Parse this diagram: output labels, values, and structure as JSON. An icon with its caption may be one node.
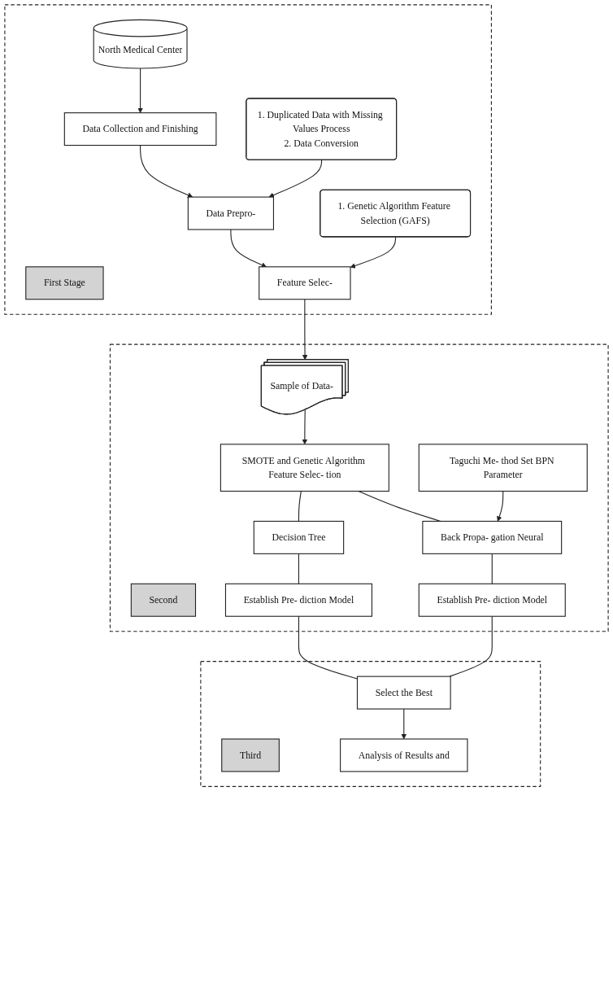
{
  "diagram": {
    "nodes": [
      {
        "text": [],
        "shape": "box"
      },
      {
        "text": [
          "First Stage"
        ],
        "in": 0
      },
      {
        "text": [
          "Data Collection and Finishing"
        ],
        "in": 0
      },
      {
        "text": [
          "North Medical Center"
        ],
        "in": 0
      },
      {
        "text": [
          "Data Prepro-"
        ],
        "in": 0
      },
      {
        "text": [
          "1. Duplicated Data with Missing Values Process",
          "2. Data Conversion"
        ],
        "in": 0
      },
      {
        "text": [
          "Feature Selec-"
        ],
        "in": 0
      },
      {
        "text": [
          "1. Genetic Algorithm Feature Selection (GAFS)"
        ],
        "in": 0
      },
      {
        "text": [],
        "shape": "box"
      },
      {
        "text": [
          "Second"
        ],
        "in": 8
      },
      {
        "text": [
          "Sample of Data-"
        ],
        "in": 8
      },
      {
        "text": [
          "SMOTE and Genetic Algorithm Feature Selec- tion"
        ],
        "in": 8
      },
      {
        "text": [
          "Taguchi Me- thod Set BPN Parameter"
        ],
        "in": 8
      },
      {
        "text": [
          "Back Propa- gation Neural"
        ],
        "in": 8
      },
      {
        "text": [
          "Decision Tree"
        ],
        "in": 8
      },
      {
        "text": [
          "Establish Pre- diction Model"
        ],
        "in": 8
      },
      {
        "text": [
          "Establish Pre- diction Model"
        ],
        "in": 8
      },
      {
        "text": [],
        "shape": "box"
      },
      {
        "text": [
          "Third"
        ],
        "in": 17
      },
      {
        "text": [
          "Select the Best"
        ],
        "in": 17
      },
      {
        "text": [
          "Analysis of Results and"
        ],
        "in": 17
      }
    ],
    "edges": [
      {
        "from": 3,
        "to": 2,
        "arrow": "to"
      },
      {
        "from": 2,
        "to": 4,
        "arrow": "to"
      },
      {
        "from": 5,
        "to": 4,
        "arrow": "to"
      },
      {
        "from": 4,
        "to": 6,
        "arrow": "to"
      },
      {
        "from": 7,
        "to": 6,
        "arrow": "to"
      },
      {
        "from": 6,
        "to": 10,
        "arrow": "to"
      },
      {
        "from": 10,
        "to": 11,
        "arrow": "to"
      },
      {
        "from": 11,
        "to": 13,
        "arrow": "none"
      },
      {
        "from": 11,
        "to": 14,
        "arrow": "none"
      },
      {
        "from": 12,
        "to": 13,
        "arrow": "to"
      },
      {
        "from": 13,
        "to": 15,
        "arrow": "none"
      },
      {
        "from": 14,
        "to": 16,
        "arrow": "none"
      },
      {
        "from": 15,
        "to": 19,
        "arrow": "none"
      },
      {
        "from": 16,
        "to": 19,
        "arrow": "none"
      },
      {
        "from": 19,
        "to": 20,
        "arrow": "to"
      }
    ]
  }
}
